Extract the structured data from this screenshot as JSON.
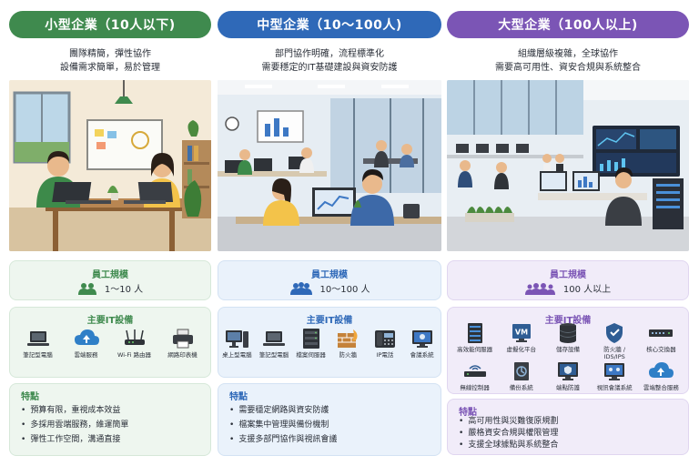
{
  "columns": [
    {
      "title": "小型企業（10人以下)",
      "desc": [
        "團隊精簡，彈性協作",
        "設備需求簡單，易於管理"
      ],
      "employees": {
        "label": "員工規模",
        "value": "1～10 人"
      },
      "devices": {
        "label": "主要IT設備",
        "rows": [
          [
            {
              "icon": "laptop-icon",
              "label": "筆記型電腦"
            },
            {
              "icon": "cloud-upload-icon",
              "label": "雲端服務"
            },
            {
              "icon": "wifi-router-icon",
              "label": "Wi-Fi 路由器"
            },
            {
              "icon": "printer-icon",
              "label": "網路印表機"
            }
          ]
        ]
      },
      "features": {
        "label": "特點",
        "items": [
          "預算有限，重視成本效益",
          "多採用雲端服務，維運簡單",
          "彈性工作空間，溝通直接"
        ]
      },
      "colors": {
        "accent": "#3f8a4e"
      }
    },
    {
      "title": "中型企業（10～100人)",
      "desc": [
        "部門協作明確，流程標準化",
        "需要穩定的IT基礎建設與資安防護"
      ],
      "employees": {
        "label": "員工規模",
        "value": "10～100 人"
      },
      "devices": {
        "label": "主要IT設備",
        "rows": [
          [
            {
              "icon": "desktop-icon",
              "label": "桌上型電腦"
            },
            {
              "icon": "laptop-icon",
              "label": "筆記型電腦"
            },
            {
              "icon": "server-rack-icon",
              "label": "檔案伺服器"
            },
            {
              "icon": "firewall-icon",
              "label": "防火牆"
            },
            {
              "icon": "ip-phone-icon",
              "label": "IP電話"
            },
            {
              "icon": "video-conference-icon",
              "label": "會議系統"
            }
          ]
        ]
      },
      "features": {
        "label": "特點",
        "items": [
          "需要穩定網路與資安防護",
          "檔案集中管理與備份機制",
          "支援多部門協作與視訊會議"
        ]
      },
      "colors": {
        "accent": "#2f69b8"
      }
    },
    {
      "title": "大型企業（100人以上)",
      "desc": [
        "組織層級複雜，全球協作",
        "需要高可用性、資安合規與系統整合"
      ],
      "employees": {
        "label": "員工規模",
        "value": "100 人以上"
      },
      "devices": {
        "label": "主要IT設備",
        "rows": [
          [
            {
              "icon": "server-icon",
              "label": "高效能伺服器"
            },
            {
              "icon": "vm-icon",
              "label": "虛擬化平台"
            },
            {
              "icon": "storage-icon",
              "label": "儲存設備"
            },
            {
              "icon": "shield-icon",
              "label": "防火牆 /\nIDS/IPS"
            },
            {
              "icon": "core-switch-icon",
              "label": "核心交換器"
            }
          ],
          [
            {
              "icon": "wireless-controller-icon",
              "label": "無線控制器"
            },
            {
              "icon": "backup-icon",
              "label": "備份系統"
            },
            {
              "icon": "endpoint-monitor-icon",
              "label": "端點防護"
            },
            {
              "icon": "video-conference-icon",
              "label": "視訊會議系統"
            },
            {
              "icon": "cloud-upload-icon",
              "label": "雲端整合服務"
            }
          ]
        ]
      },
      "features": {
        "label": "特點",
        "items": [
          "高可用性與災難復原規劃",
          "嚴格資安合規與權限管理",
          "支援全球據點與系統整合"
        ]
      },
      "colors": {
        "accent": "#7b55b5"
      }
    }
  ]
}
